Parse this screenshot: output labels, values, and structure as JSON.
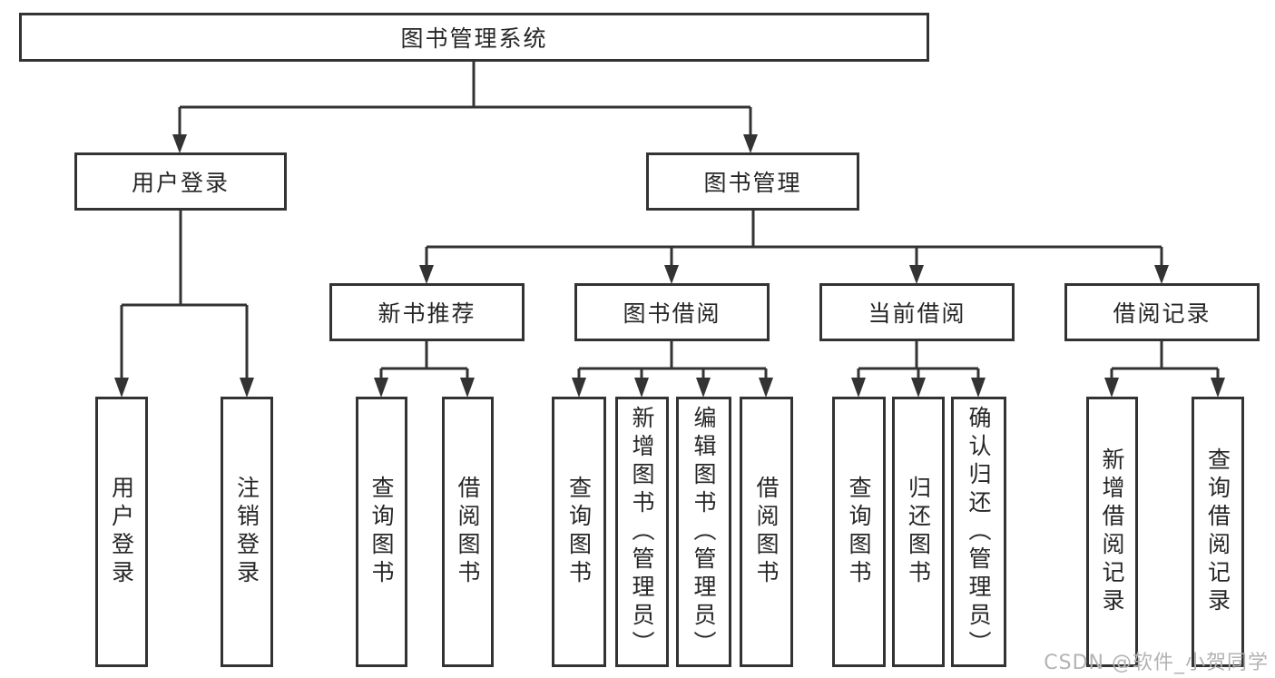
{
  "diagram_title": "图书管理系统",
  "nodes": {
    "root": "图书管理系统",
    "user_login": "用户登录",
    "book_mgmt": "图书管理",
    "new_book": "新书推荐",
    "book_borrow": "图书借阅",
    "current_borrow": "当前借阅",
    "borrow_record": "借阅记录",
    "ul_login": "用户登录",
    "ul_logout": "注销登录",
    "nb_query": "查询图书",
    "nb_borrow": "借阅图书",
    "bb_query": "查询图书",
    "bb_add": "新增图书（管理员）",
    "bb_edit": "编辑图书（管理员）",
    "bb_borrow": "借阅图书",
    "cb_query": "查询图书",
    "cb_return": "归还图书",
    "cb_confirm": "确认归还（管理员）",
    "br_add": "新增借阅记录",
    "br_query": "查询借阅记录"
  },
  "hierarchy": {
    "图书管理系统": {
      "用户登录": [
        "用户登录",
        "注销登录"
      ],
      "图书管理": {
        "新书推荐": [
          "查询图书",
          "借阅图书"
        ],
        "图书借阅": [
          "查询图书",
          "新增图书（管理员）",
          "编辑图书（管理员）",
          "借阅图书"
        ],
        "当前借阅": [
          "查询图书",
          "归还图书",
          "确认归还（管理员）"
        ],
        "借阅记录": [
          "新增借阅记录",
          "查询借阅记录"
        ]
      }
    }
  },
  "watermark": "CSDN @软件_小贺同学",
  "colors": {
    "line": "#333333",
    "text": "#262626",
    "watermark": "#b3b3b3",
    "background": "#ffffff"
  }
}
